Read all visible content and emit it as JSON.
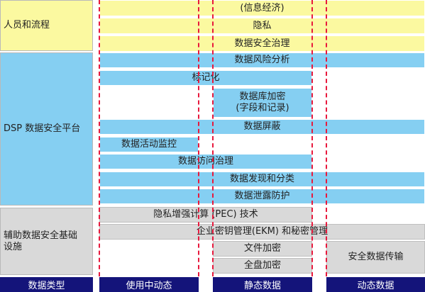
{
  "categories": {
    "people_process": "人员和流程",
    "dsp_platform": "DSP 数据安全平台",
    "auxiliary": "辅助数据安全基础\n设施"
  },
  "bars": {
    "info_economy": "(信息经济)",
    "privacy": "隐私",
    "data_governance": "数据安全治理",
    "risk_analysis": "数据风险分析",
    "tokenization": "标记化",
    "db_encryption": "数据库加密\n(字段和记录)",
    "data_masking": "数据屏蔽",
    "activity_monitoring": "数据活动监控",
    "access_governance": "数据访问治理",
    "discovery_classification": "数据发现和分类",
    "dlp": "数据泄露防护",
    "pec": "隐私增强计算 (PEC) 技术",
    "ekm": "企业密钥管理(EKM) 和秘密管理",
    "file_encryption": "文件加密",
    "full_disk_encryption": "全盘加密",
    "secure_transfer": "安全数据传输"
  },
  "axis": {
    "data_type": "数据类型",
    "in_use": "使用中动态",
    "at_rest": "静态数据",
    "in_motion": "动态数据"
  },
  "colors": {
    "yellow": "#fbf9a0",
    "blue": "#85cff2",
    "gray": "#d9d9d9",
    "navy": "#14147a",
    "guide_red": "#e8193d"
  }
}
